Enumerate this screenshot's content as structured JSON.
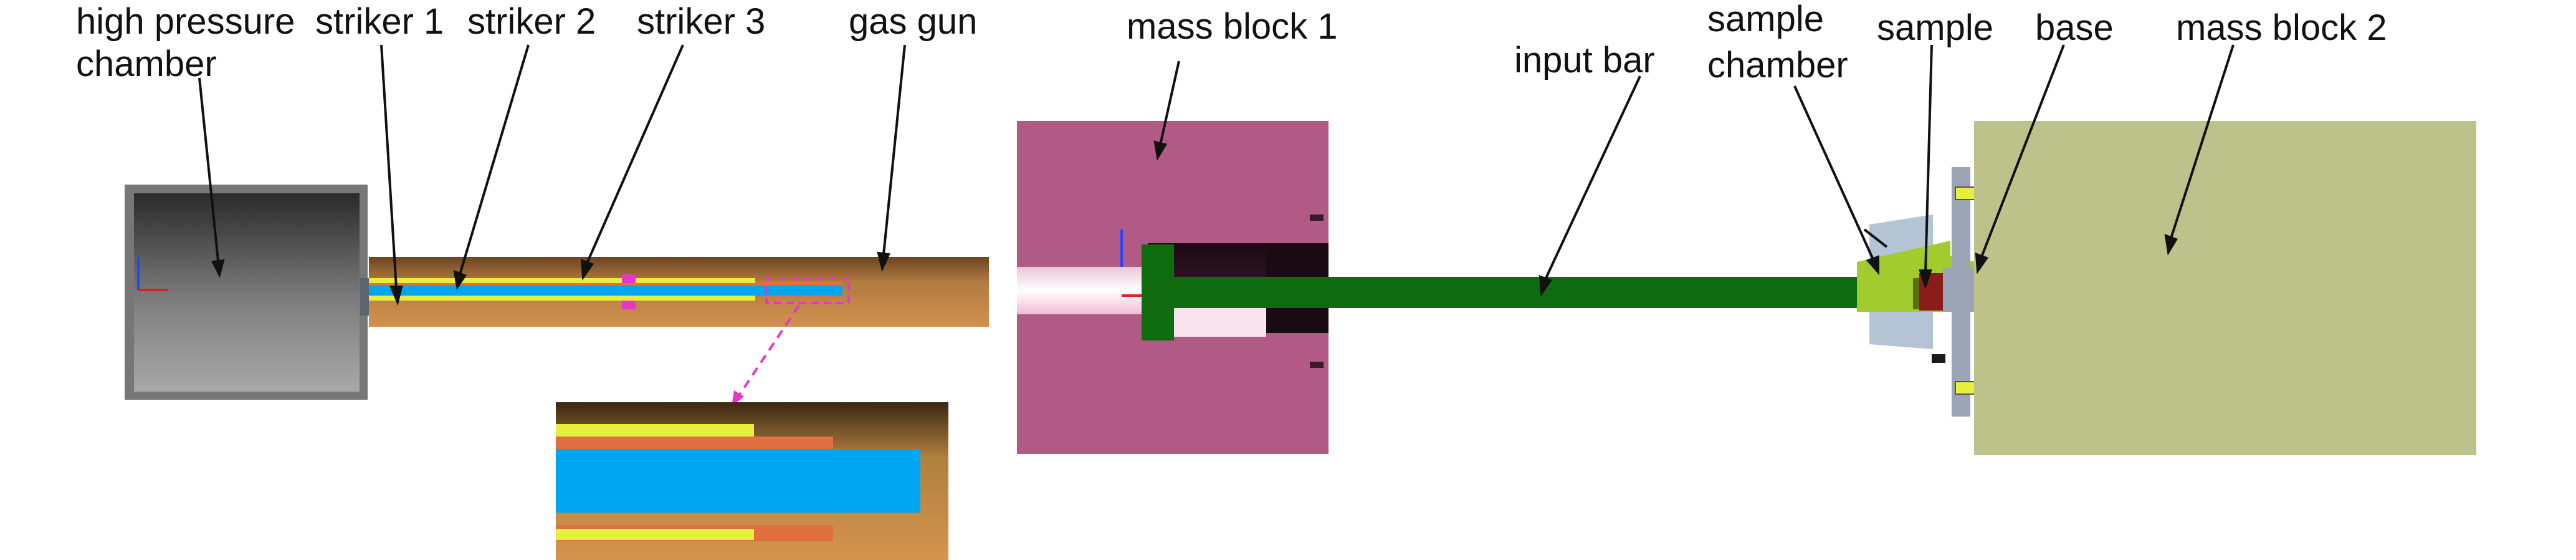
{
  "labels": {
    "high_pressure_chamber_1": "high pressure",
    "high_pressure_chamber_2": "chamber",
    "striker_1": "striker 1",
    "striker_2": "striker 2",
    "striker_3": "striker 3",
    "gas_gun": "gas gun",
    "mass_block_1": "mass block 1",
    "input_bar": "input bar",
    "sample_chamber_1": "sample",
    "sample_chamber_2": "chamber",
    "sample": "sample",
    "base": "base",
    "mass_block_2": "mass block 2"
  },
  "colors": {
    "chamber_gray": "#8a8a8a",
    "gun_brown": "#b97a3e",
    "striker_blue": "#00a6f2",
    "striker_yellow": "#e6f03c",
    "striker_orange": "#e07040",
    "marker_magenta": "#e836c8",
    "mass_block_1": "#b25a86",
    "bar_green": "#0f6b0f",
    "sample_chamber_blue": "#b5c4d4",
    "sample_chamber_lime": "#a2cc2e",
    "sample_red": "#8b1c1c",
    "base_gray": "#9aa4b4",
    "mass_block_2": "#bcc28a"
  }
}
